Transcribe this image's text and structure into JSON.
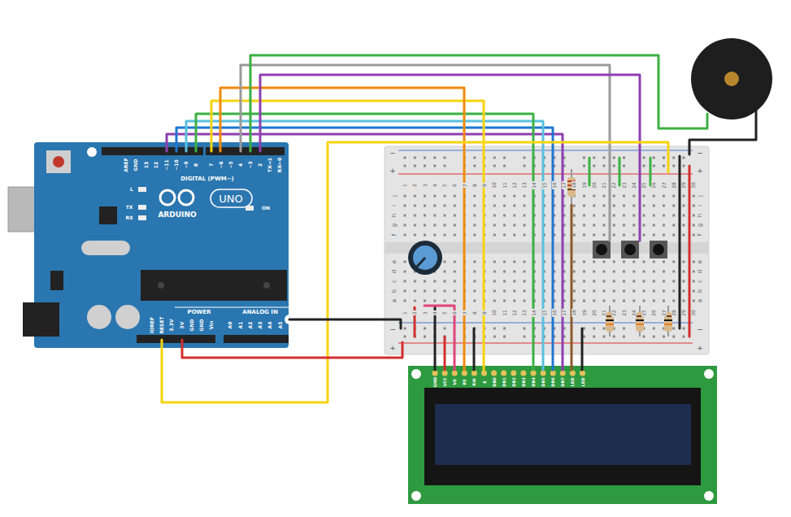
{
  "diagram": {
    "nodes": [
      {
        "text": [
          "AREF",
          "GND",
          "13",
          "12",
          "~11",
          "~10",
          "~9",
          "8",
          "7",
          "~6",
          "~5",
          "4",
          "~3",
          "2",
          "TX→1",
          "RX←0",
          "DIGITAL (PWM~)",
          "L",
          "TX",
          "RX",
          "ARDUINO",
          "UNO",
          "ON",
          "POWER",
          "ANALOG IN",
          "IOREF",
          "RESET",
          "3.3V",
          "5V",
          "GND",
          "GND",
          "Vin",
          "A0",
          "A1",
          "A2",
          "A3",
          "A4",
          "A5"
        ]
      },
      {
        "text": [
          "GND",
          "VCC",
          "V0",
          "RS",
          "RW",
          "E",
          "DB0",
          "DB1",
          "DB2",
          "DB3",
          "DB4",
          "DB5",
          "DB6",
          "DB7",
          "LED",
          "LED"
        ]
      }
    ],
    "labels": [
      "−",
      "+",
      "−",
      "+",
      "1",
      "2",
      "3",
      "4",
      "5",
      "6",
      "7",
      "8",
      "9",
      "10",
      "11",
      "12",
      "13",
      "14",
      "15",
      "16",
      "17",
      "18",
      "19",
      "20",
      "21",
      "22",
      "23",
      "24",
      "25",
      "26",
      "27",
      "28",
      "29",
      "30",
      "j",
      "i",
      "h",
      "g",
      "f",
      "e",
      "d",
      "c",
      "b",
      "a",
      "j",
      "i",
      "h",
      "g",
      "f",
      "e",
      "d",
      "c",
      "b",
      "a",
      "1",
      "2",
      "3",
      "4",
      "5",
      "6",
      "7",
      "8",
      "9",
      "10",
      "11",
      "12",
      "13",
      "14",
      "15",
      "16",
      "17",
      "18",
      "19",
      "20",
      "21",
      "22",
      "23",
      "24",
      "25",
      "26",
      "27",
      "28",
      "29",
      "30",
      "−",
      "+",
      "−",
      "+"
    ]
  }
}
